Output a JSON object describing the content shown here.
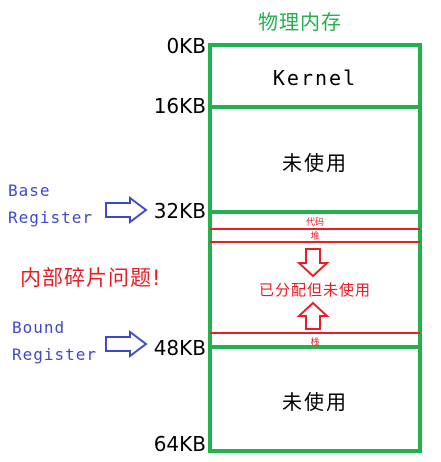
{
  "title": "物理内存",
  "addresses": [
    "0KB",
    "16KB",
    "32KB",
    "48KB",
    "64KB"
  ],
  "blocks": {
    "kernel": "Kernel",
    "unused_1": "未使用",
    "unused_2": "未使用"
  },
  "middle": {
    "code": "代码",
    "heap": "堆",
    "allocated_unused": "已分配但未使用",
    "stack": "栈"
  },
  "registers": {
    "base": [
      "Base",
      "Register"
    ],
    "bound": [
      "Bound",
      "Register"
    ]
  },
  "internal_fragmentation": "内部碎片问题!",
  "colors": {
    "memory_border": "#22b14c",
    "red": "#ed1c24",
    "blue": "#3f48cc"
  }
}
